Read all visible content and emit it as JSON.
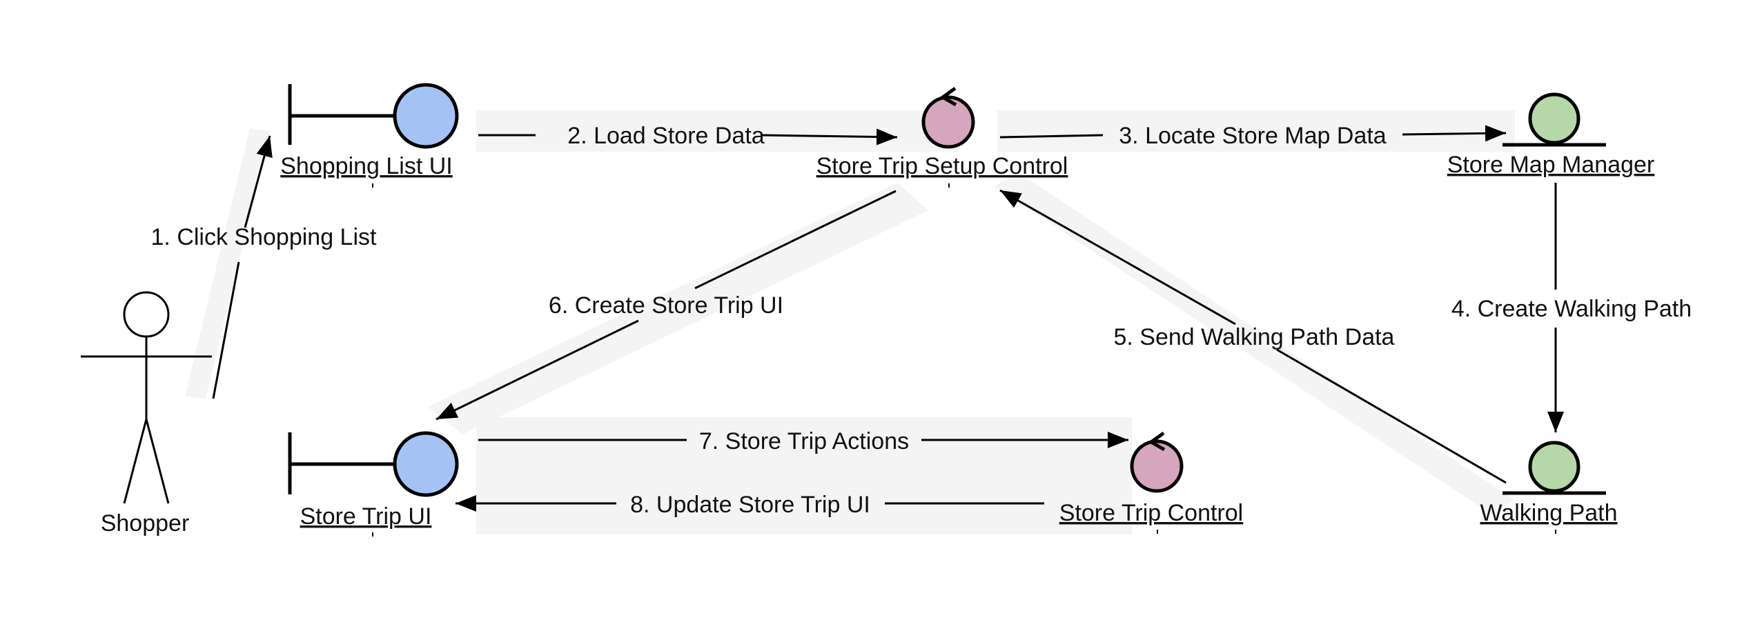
{
  "colors": {
    "boundary_fill": "#a4c2f4",
    "control_fill": "#d5a6bd",
    "entity_fill": "#b6d7a8",
    "stroke": "#000000",
    "halo": "#f4f4f4"
  },
  "actor": {
    "name": "Shopper",
    "icon": "stick-figure-actor-icon"
  },
  "objects": {
    "shopping_list_ui": {
      "name": "Shopping List UI",
      "kind": "boundary",
      "icon": "boundary-icon"
    },
    "store_trip_setup_control": {
      "name": "Store Trip Setup Control",
      "kind": "control",
      "icon": "control-icon"
    },
    "store_map_manager": {
      "name": "Store Map Manager",
      "kind": "entity",
      "icon": "entity-icon"
    },
    "walking_path": {
      "name": "Walking Path",
      "kind": "entity",
      "icon": "entity-icon"
    },
    "store_trip_ui": {
      "name": "Store Trip UI",
      "kind": "boundary",
      "icon": "boundary-icon"
    },
    "store_trip_control": {
      "name": "Store Trip Control",
      "kind": "control",
      "icon": "control-icon"
    }
  },
  "messages": [
    {
      "label": "1. Click Shopping List",
      "from": "Shopper",
      "to": "Shopping List UI"
    },
    {
      "label": "2. Load Store Data",
      "from": "Shopping List UI",
      "to": "Store Trip Setup Control"
    },
    {
      "label": "3. Locate Store Map Data",
      "from": "Store Trip Setup Control",
      "to": "Store Map Manager"
    },
    {
      "label": "4. Create Walking Path",
      "from": "Store Map Manager",
      "to": "Walking Path"
    },
    {
      "label": "5. Send Walking Path Data",
      "from": "Walking Path",
      "to": "Store Trip Setup Control"
    },
    {
      "label": "6. Create Store Trip UI",
      "from": "Store Trip Setup Control",
      "to": "Store Trip UI"
    },
    {
      "label": "7. Store Trip Actions",
      "from": "Store Trip UI",
      "to": "Store Trip Control"
    },
    {
      "label": "8. Update Store Trip UI",
      "from": "Store Trip Control",
      "to": "Store Trip UI"
    }
  ]
}
